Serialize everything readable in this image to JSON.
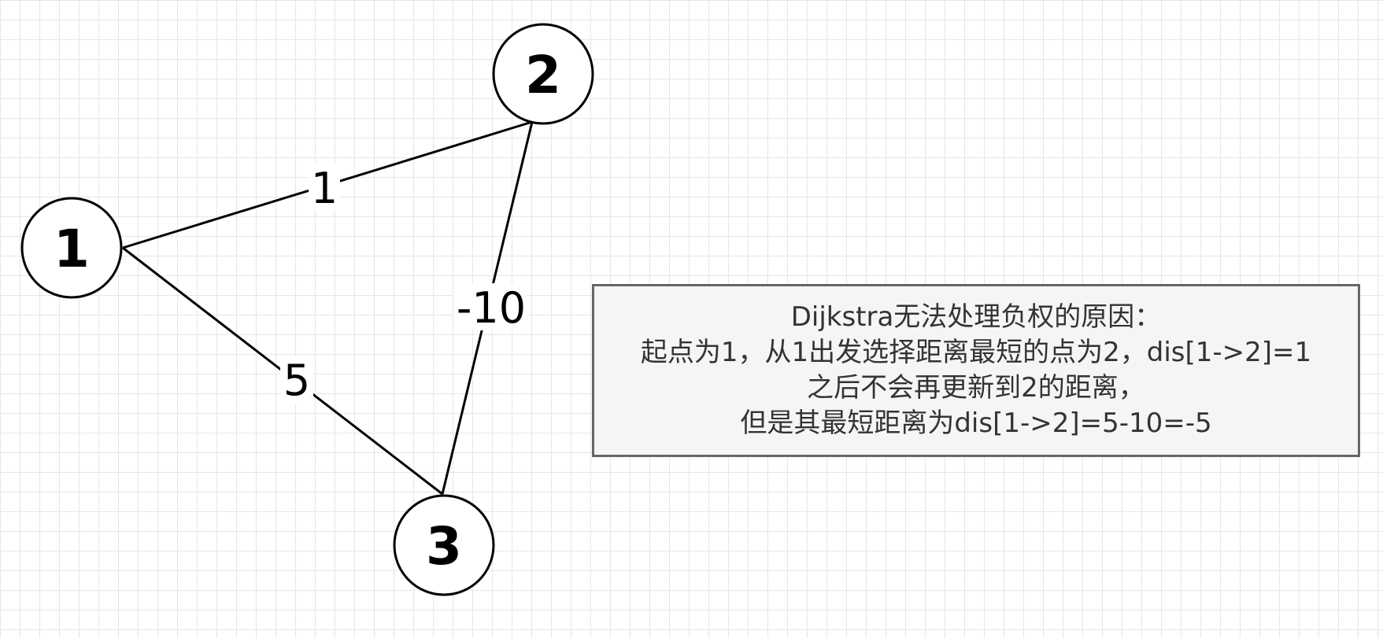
{
  "colors": {
    "canvas_background": "#ffffff",
    "grid_line": "#e6e6e6",
    "stroke": "#000000",
    "note_fill": "#f5f5f5",
    "note_border": "#666666",
    "note_text": "#333333"
  },
  "graph": {
    "nodes": [
      {
        "id": "1",
        "label": "1"
      },
      {
        "id": "2",
        "label": "2"
      },
      {
        "id": "3",
        "label": "3"
      }
    ],
    "edges": [
      {
        "from": "1",
        "to": "2",
        "weight": "1"
      },
      {
        "from": "2",
        "to": "3",
        "weight": "-10"
      },
      {
        "from": "1",
        "to": "3",
        "weight": "5"
      }
    ]
  },
  "note": {
    "lines": [
      "Dijkstra无法处理负权的原因：",
      "起点为1，从1出发选择距离最短的点为2，dis[1->2]=1",
      "之后不会再更新到2的距离，",
      "但是其最短距离为dis[1->2]=5-10=-5"
    ]
  }
}
